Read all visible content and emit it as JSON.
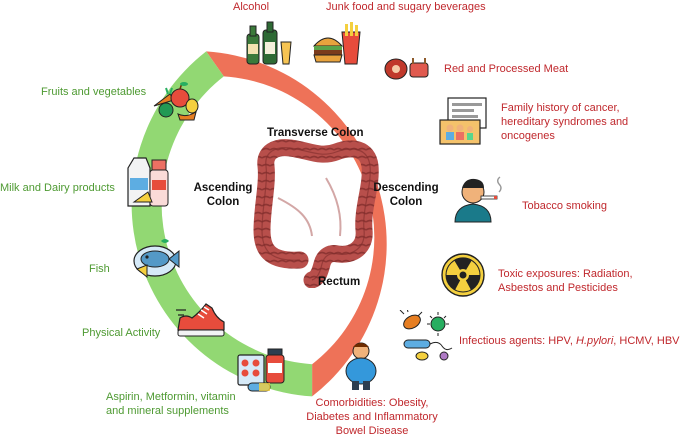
{
  "colors": {
    "risk_ring": "#ee7258",
    "protective_ring": "#92d873",
    "risk_text": "#c0282d",
    "protective_text": "#4e9a32",
    "colon": "#b84f4b"
  },
  "colon_labels": {
    "transverse": "Transverse Colon",
    "ascending": "Ascending\nColon",
    "descending": "Descending\nColon",
    "rectum": "Rectum"
  },
  "risk_factors": [
    {
      "label": "Alcohol",
      "icon": "alcohol-bottles-icon"
    },
    {
      "label": "Junk food and sugary beverages",
      "icon": "junk-food-icon"
    },
    {
      "label": "Red and Processed Meat",
      "icon": "meat-icon"
    },
    {
      "label": "Family history of cancer,\nhereditary syndromes and\noncogenes",
      "icon": "family-history-icon"
    },
    {
      "label": "Tobacco smoking",
      "icon": "smoking-icon"
    },
    {
      "label": "Toxic exposures: Radiation,\nAsbestos and Pesticides",
      "icon": "radiation-icon"
    },
    {
      "label_prefix": "Infectious agents: HPV, ",
      "label_italic": "H.pylori",
      "label_suffix": ", HCMV, HBV",
      "icon": "microbes-icon"
    },
    {
      "label": "Comorbidities: Obesity,\nDiabetes and Inflammatory\nBowel Disease",
      "icon": "obesity-icon"
    }
  ],
  "protective_factors": [
    {
      "label": "Fruits and vegetables",
      "icon": "fruits-vegetables-icon"
    },
    {
      "label": "Milk and Dairy products",
      "icon": "dairy-icon"
    },
    {
      "label": "Fish",
      "icon": "fish-icon"
    },
    {
      "label": "Physical Activity",
      "icon": "running-shoe-icon"
    },
    {
      "label": "Aspirin, Metformin, vitamin\nand mineral supplements",
      "icon": "medication-icon"
    }
  ]
}
